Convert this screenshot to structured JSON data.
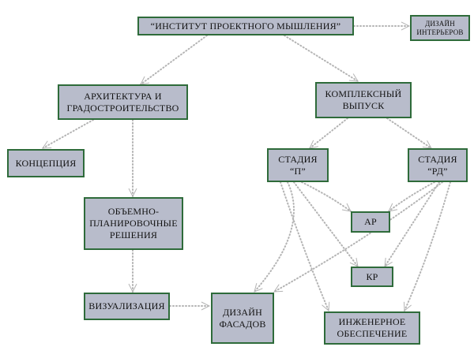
{
  "diagram": {
    "nodes": {
      "institute": "“ИНСТИТУТ ПРОЕКТНОГО  МЫШЛЕНИЯ”",
      "interior": "ДИЗАЙН\nИНТЕРЬЕРОВ",
      "architecture": "АРХИТЕКТУРА И\nГРАДОСТРОИТЕЛЬСТВО",
      "complex": "КОМПЛЕКСНЫЙ\nВЫПУСК",
      "concept": "КОНЦЕПЦИЯ",
      "stage_p": "СТАДИЯ\n“П”",
      "stage_rd": "СТАДИЯ\n“РД”",
      "volume": "ОБЪЕМНО-\nПЛАНИРОВОЧНЫЕ\nРЕШЕНИЯ",
      "ar": "АР",
      "kr": "КР",
      "visualization": "ВИЗУАЛИЗАЦИЯ",
      "facades": "ДИЗАЙН\nФАСАДОВ",
      "engineering": "ИНЖЕНЕРНОЕ\nОБЕСПЕЧЕНИЕ"
    },
    "colors": {
      "node_fill": "#b8bccb",
      "node_border": "#2e6b3a",
      "edge": "#b4b4b4"
    }
  }
}
